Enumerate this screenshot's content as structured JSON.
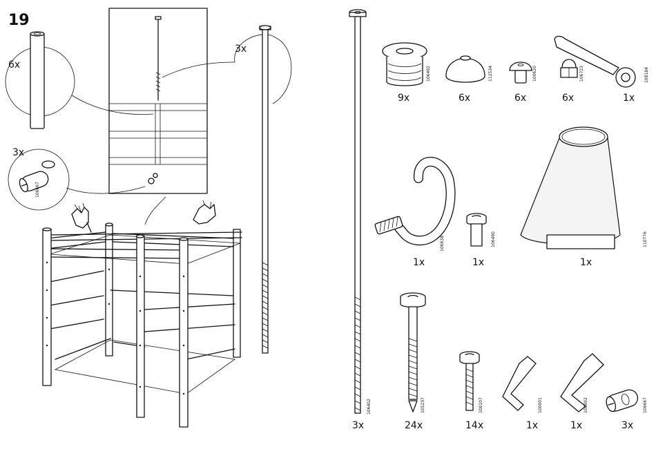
{
  "step": {
    "number": "19"
  },
  "left_callouts": {
    "dowel_qty": "6x",
    "barrel_nut_qty": "3x",
    "barrel_nut_code": "106667",
    "long_bolt_qty": "3x"
  },
  "parts": [
    {
      "id": "cap",
      "code": "106492",
      "qty": "9x",
      "icon": "threaded-cap-icon"
    },
    {
      "id": "dome",
      "code": "112534",
      "qty": "6x",
      "icon": "dome-cap-icon"
    },
    {
      "id": "mush",
      "code": "100620",
      "qty": "6x",
      "icon": "mushroom-plug-icon"
    },
    {
      "id": "acorn",
      "code": "106723",
      "qty": "6x",
      "icon": "acorn-nut-icon"
    },
    {
      "id": "spanner",
      "code": "108184",
      "qty": "1x",
      "icon": "spanner-icon"
    },
    {
      "id": "hook",
      "code": "106638",
      "qty": "1x",
      "icon": "hook-icon"
    },
    {
      "id": "sleeve",
      "code": "106490",
      "qty": "1x",
      "icon": "sleeve-nut-icon"
    },
    {
      "id": "lamp",
      "code": "110776",
      "qty": "1x",
      "icon": "lamp-shade-icon"
    },
    {
      "id": "rod",
      "code": "106402",
      "qty": "3x",
      "icon": "threaded-rod-icon"
    },
    {
      "id": "bolt1",
      "code": "105237",
      "qty": "24x",
      "icon": "long-bolt-icon"
    },
    {
      "id": "bolt2",
      "code": "100107",
      "qty": "14x",
      "icon": "short-bolt-icon"
    },
    {
      "id": "hex1",
      "code": "100001",
      "qty": "1x",
      "icon": "hex-key-small-icon"
    },
    {
      "id": "hex2",
      "code": "100002",
      "qty": "1x",
      "icon": "hex-key-large-icon"
    },
    {
      "id": "barrel",
      "code": "106667",
      "qty": "3x",
      "icon": "barrel-nut-icon"
    }
  ]
}
